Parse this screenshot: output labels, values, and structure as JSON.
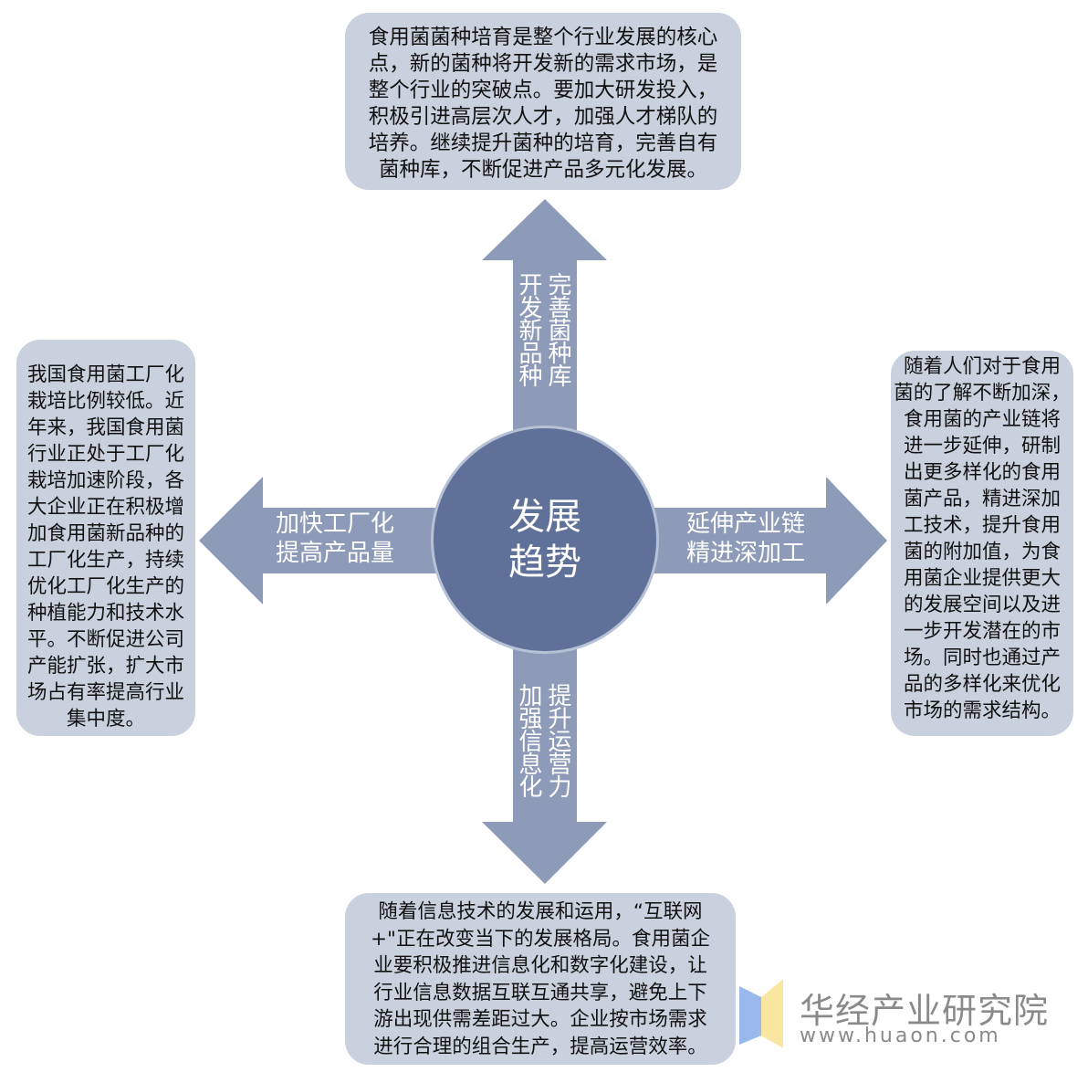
{
  "colors": {
    "box": "#c9d1df",
    "arrow": "#8e9bb8",
    "circle": "#5f7199"
  },
  "center": {
    "line1": "发展",
    "line2": "趋势"
  },
  "arrows": {
    "top": [
      "完善菌种库",
      "开发新品种"
    ],
    "bottom": [
      "提升运营力",
      "加强信息化"
    ],
    "left": [
      "加快工厂化",
      "提高产品量"
    ],
    "right": [
      "延伸产业链",
      "精进深加工"
    ]
  },
  "boxes": {
    "top": [
      "食用菌菌种培育是整个行业发展的核心",
      "点，新的菌种将开发新的需求市场，是",
      "整个行业的突破点。要加大研发投入，",
      "积极引进高层次人才，加强人才梯队的",
      "培养。继续提升菌种的培育，完善自有",
      "菌种库，不断促进产品多元化发展。"
    ],
    "left": [
      "我国食用菌工厂化",
      "栽培比例较低。近",
      "年来，我国食用菌",
      "行业正处于工厂化",
      "栽培加速阶段，各",
      "大企业正在积极增",
      "加食用菌新品种的",
      "工厂化生产，持续",
      "优化工厂化生产的",
      "种植能力和技术水",
      "平。不断促进公司",
      "产能扩张，扩大市",
      "场占有率提高行业",
      "集中度。"
    ],
    "right": [
      "随着人们对于食用",
      "菌的了解不断加深，",
      "食用菌的产业链将",
      "进一步延伸，研制",
      "出更多样化的食用",
      "菌产品，精进深加",
      "工技术，提升食用",
      "菌的附加值，为食",
      "用菌企业提供更大",
      "的发展空间以及进",
      "一步开发潜在的市",
      "场。同时也通过产",
      "品的多样化来优化",
      "市场的需求结构。"
    ],
    "bottom": [
      "随着信息技术的发展和运用，“互联网",
      "+\"正在改变当下的发展格局。食用菌企",
      "业要积极推进信息化和数字化建设，让",
      "行业信息数据互联互通共享，避免上下",
      "游出现供需差距过大。企业按市场需求",
      "进行合理的组合生产，提高运营效率。"
    ]
  },
  "watermark": {
    "name": "华经产业研究院",
    "url": "www.huaon.com"
  }
}
